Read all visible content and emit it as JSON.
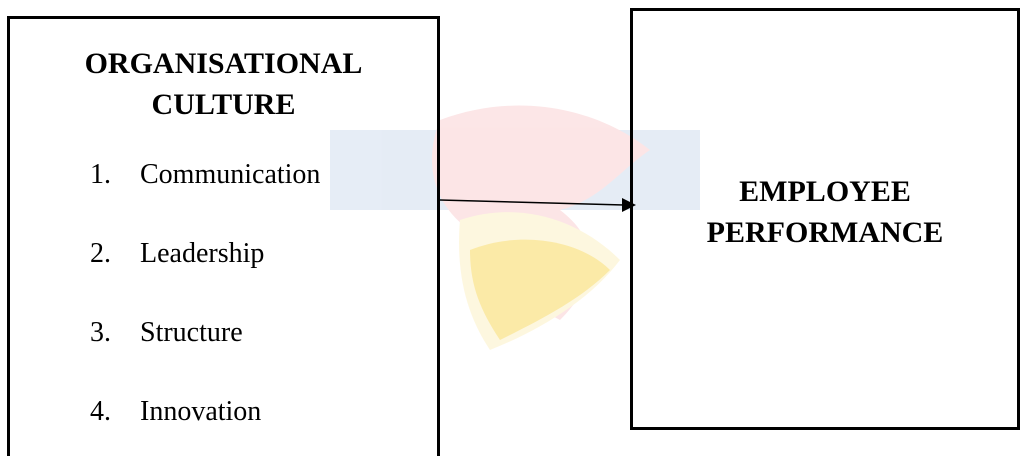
{
  "diagram": {
    "left_box": {
      "title": "ORGANISATIONAL CULTURE",
      "items": [
        {
          "number": "1.",
          "label": "Communication"
        },
        {
          "number": "2.",
          "label": "Leadership"
        },
        {
          "number": "3.",
          "label": "Structure"
        },
        {
          "number": "4.",
          "label": "Innovation"
        }
      ]
    },
    "right_box": {
      "title": "EMPLOYEE PERFORMANCE"
    },
    "colors": {
      "box_border": "#000000",
      "text": "#000000",
      "watermark_primary": "#e8333b",
      "watermark_secondary": "#f6c200",
      "watermark_tertiary": "#2f6db5"
    }
  }
}
